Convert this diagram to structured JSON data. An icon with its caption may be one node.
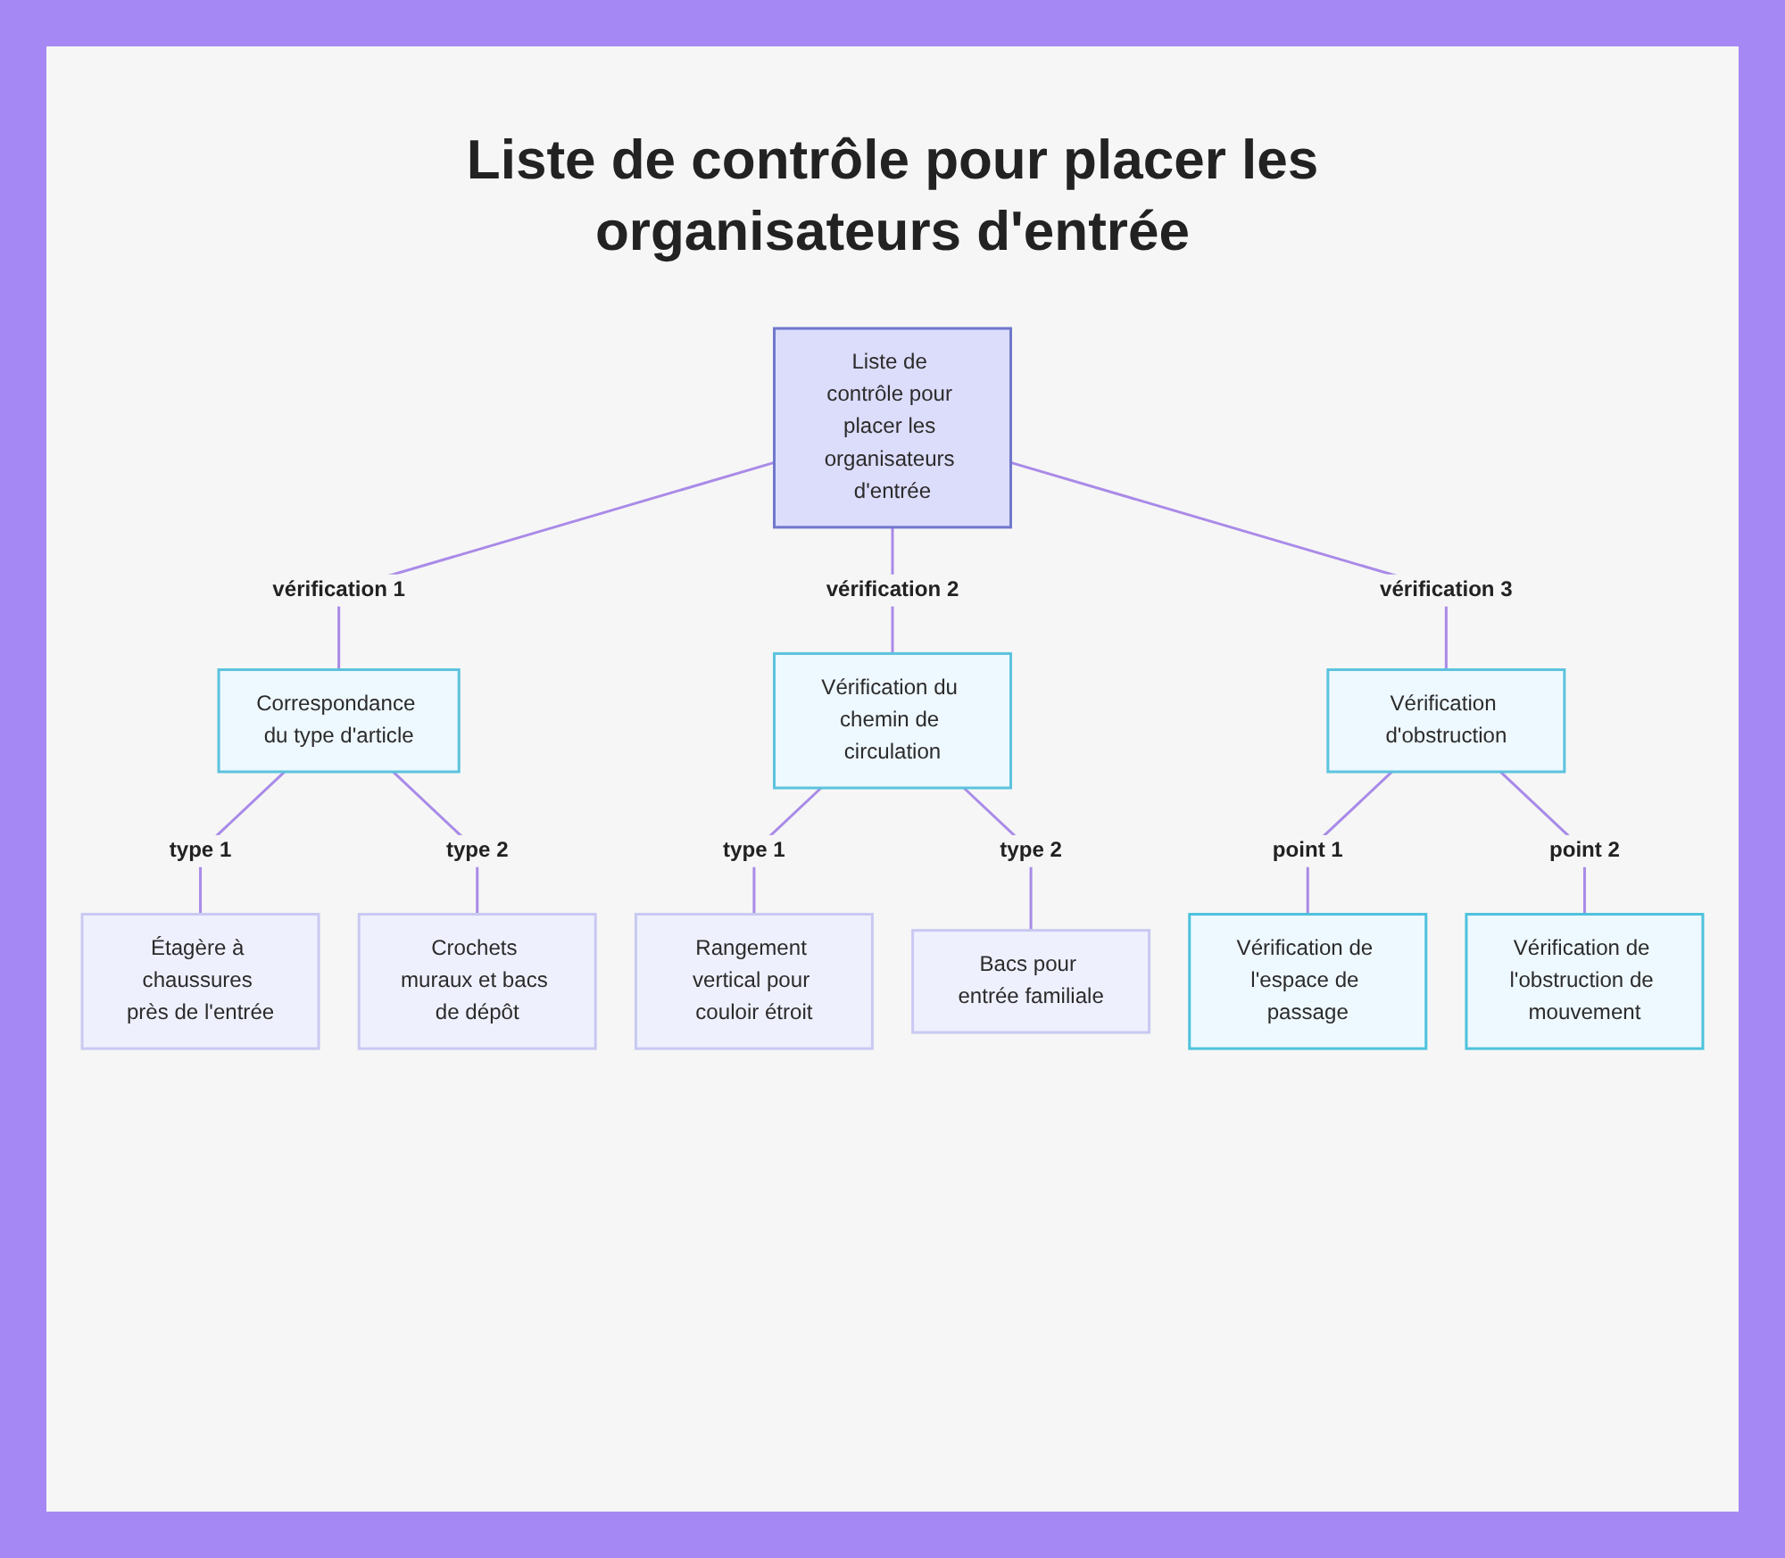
{
  "diagram": {
    "title": "Liste de contrôle pour placer les organisateurs d'entrée",
    "nodes": [
      {
        "text": [
          "Liste de contrôle pour placer les organisateurs d'entrée"
        ]
      },
      {
        "text": [
          "Correspondance du type d'article"
        ]
      },
      {
        "text": [
          "Vérification du chemin de circulation"
        ]
      },
      {
        "text": [
          "Vérification d'obstruction"
        ]
      },
      {
        "text": [
          "Étagère à chaussures près de l'entrée"
        ]
      },
      {
        "text": [
          "Crochets muraux et bacs de dépôt"
        ]
      },
      {
        "text": [
          "Rangement vertical pour couloir étroit"
        ]
      },
      {
        "text": [
          "Bacs pour entrée familiale"
        ]
      },
      {
        "text": [
          "Vérification de l'espace de passage"
        ]
      },
      {
        "text": [
          "Vérification de l'obstruction de mouvement"
        ]
      }
    ],
    "edges": [
      {
        "from": 0,
        "to": 1,
        "arrow": "none",
        "label": "vérification 1"
      },
      {
        "from": 0,
        "to": 2,
        "arrow": "none",
        "label": "vérification 2"
      },
      {
        "from": 0,
        "to": 3,
        "arrow": "none",
        "label": "vérification 3"
      },
      {
        "from": 1,
        "to": 4,
        "arrow": "none",
        "label": "type 1"
      },
      {
        "from": 1,
        "to": 5,
        "arrow": "none",
        "label": "type 2"
      },
      {
        "from": 2,
        "to": 6,
        "arrow": "none",
        "label": "type 1"
      },
      {
        "from": 2,
        "to": 7,
        "arrow": "none",
        "label": "type 2"
      },
      {
        "from": 3,
        "to": 8,
        "arrow": "none",
        "label": "point 1"
      },
      {
        "from": 3,
        "to": 9,
        "arrow": "none",
        "label": "point 2"
      }
    ]
  }
}
